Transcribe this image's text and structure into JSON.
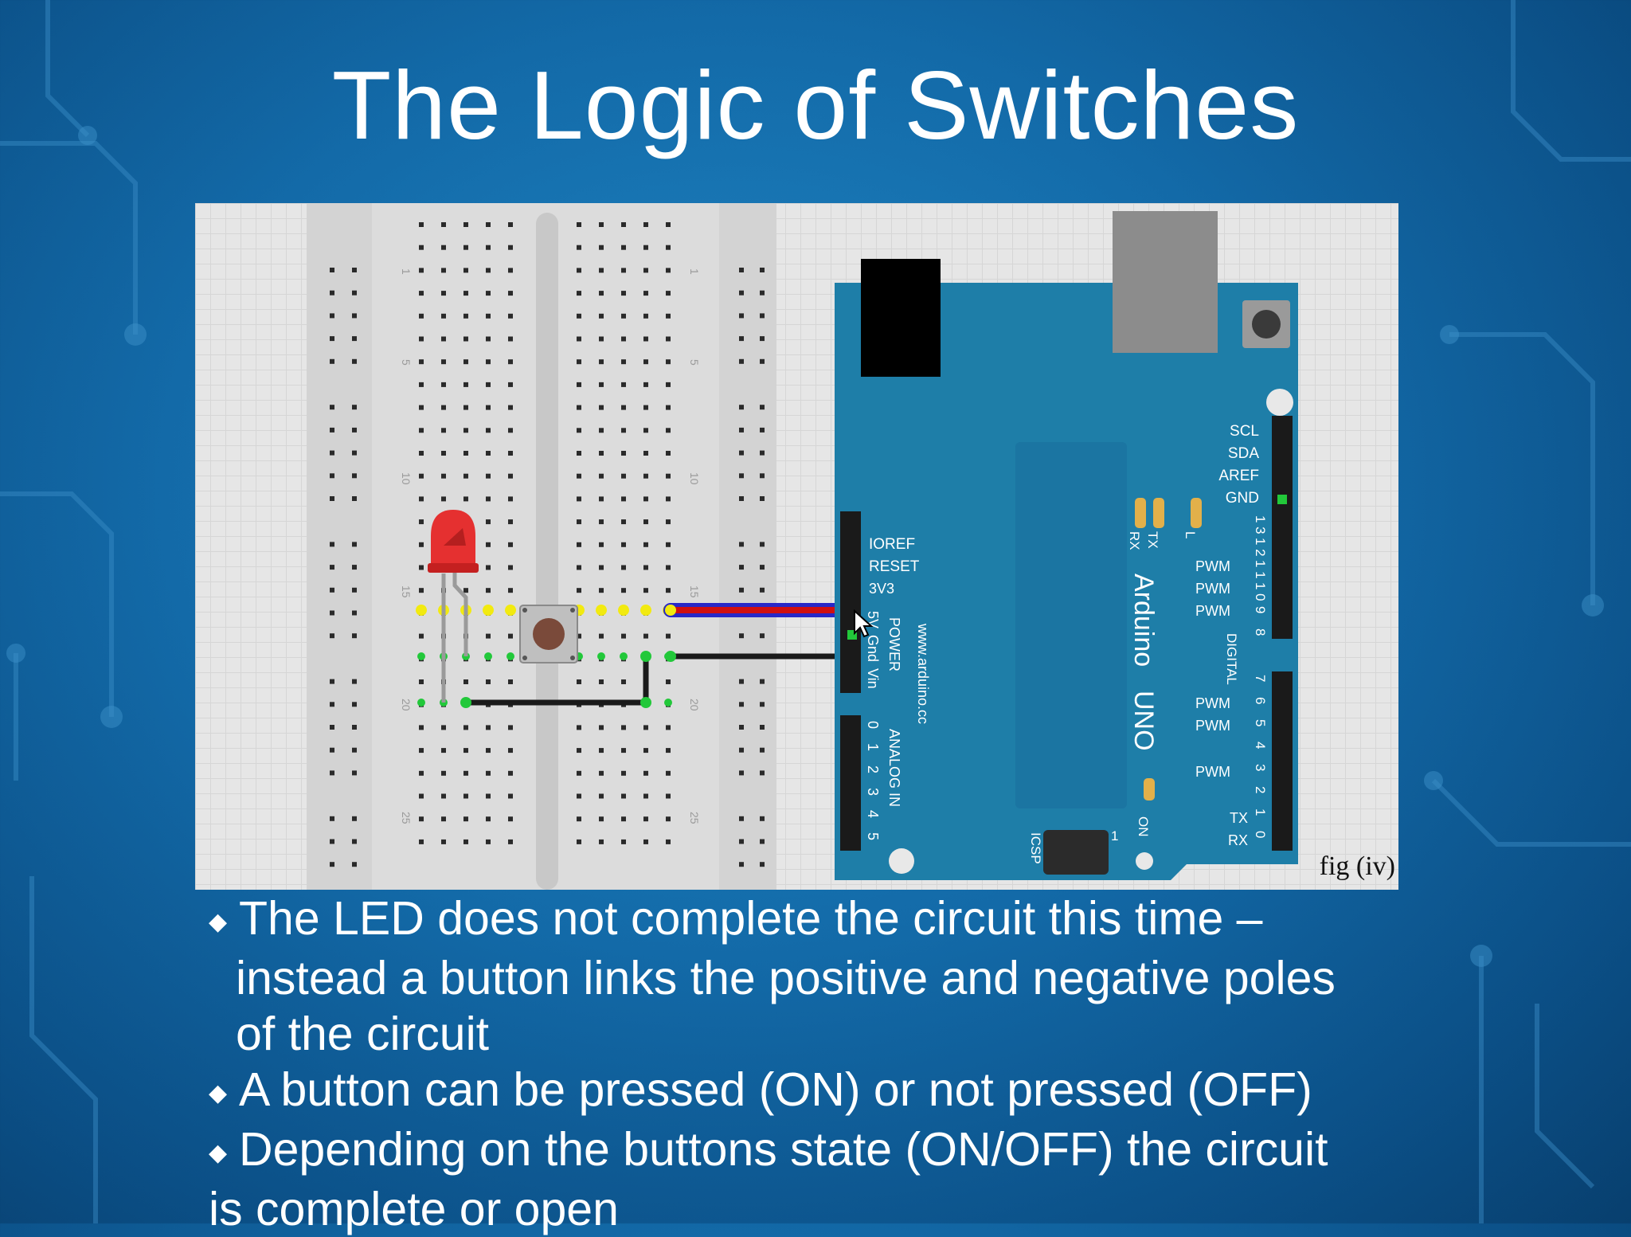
{
  "slide": {
    "title": "The Logic of Switches"
  },
  "figure": {
    "caption": "fig (iv)",
    "arduino": {
      "brand_text": "Arduino",
      "model_text": "UNO",
      "website": "www.arduino.cc",
      "power_header_label": "POWER",
      "analog_header_label": "ANALOG IN",
      "digital_header_label": "DIGITAL",
      "icsp_label": "ICSP",
      "icsp_pin_one": "1",
      "on_label": "ON",
      "led_labels": {
        "l": "L",
        "tx": "TX",
        "rx": "RX"
      },
      "power_pins": [
        "IOREF",
        "RESET",
        "3V3",
        "5V",
        "Gnd",
        "Vin"
      ],
      "analog_pins": [
        "0",
        "1",
        "2",
        "3",
        "4",
        "5"
      ],
      "top_pins": [
        "SCL",
        "SDA",
        "AREF",
        "GND"
      ],
      "digital_pin_numbers": [
        "1 3",
        "1 2",
        "1 1",
        "1 0",
        "9",
        "8",
        "7",
        "6",
        "5",
        "4",
        "3",
        "2",
        "1",
        "0"
      ],
      "pwm_labels": [
        "PWM",
        "PWM",
        "PWM",
        "PWM",
        "PWM",
        "PWM"
      ],
      "tx_label": "TX",
      "rx_label": "RX"
    },
    "breadboard": {
      "row_numbers": [
        "1",
        "5",
        "10",
        "15",
        "20",
        "25"
      ]
    }
  },
  "bullets": [
    {
      "lines": [
        "The LED does not complete the circuit this time –",
        "instead a button links the positive and negative poles",
        "of the circuit"
      ]
    },
    {
      "lines": [
        "A button can be pressed (ON) or not pressed (OFF)"
      ]
    },
    {
      "lines": [
        "Depending on the buttons state (ON/OFF) the circuit",
        "is  complete or open"
      ]
    }
  ],
  "colors": {
    "background": "#136aa8",
    "board": "#1e7ea8",
    "wire_red": "#d01010",
    "wire_blue": "#2828c8",
    "led_red": "#e53030",
    "highlight_yellow": "#f2ea10",
    "highlight_green": "#22c83a"
  }
}
